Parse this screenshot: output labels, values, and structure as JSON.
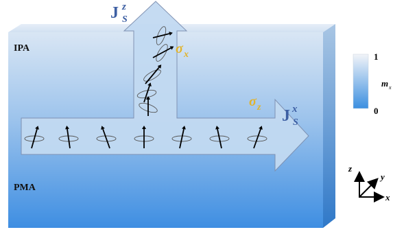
{
  "regions": {
    "top_label": "IPA",
    "bottom_label": "PMA"
  },
  "currents": {
    "vertical": {
      "base": "J",
      "sub": "S",
      "sup": "z"
    },
    "horizontal": {
      "base": "J",
      "sub": "S",
      "sup": "x"
    }
  },
  "polarizations": {
    "vertical": {
      "symbol": "σ",
      "sub": "x"
    },
    "horizontal": {
      "symbol": "σ",
      "sub": "z"
    }
  },
  "colorbar": {
    "max_label": "1",
    "min_label": "0",
    "quantity_label": "m",
    "quantity_sub": "x",
    "top_color": "#f2f4f8",
    "bottom_color": "#3b8fe0"
  },
  "axes": {
    "z": "z",
    "y": "y",
    "x": "x"
  },
  "colors": {
    "slab_top": "#d9e6f4",
    "slab_bottom": "#3e8ee2",
    "arrow_fill": "#c2daf2",
    "label_blue": "#3d5fa3",
    "sigma_gold": "#e2b32a"
  }
}
